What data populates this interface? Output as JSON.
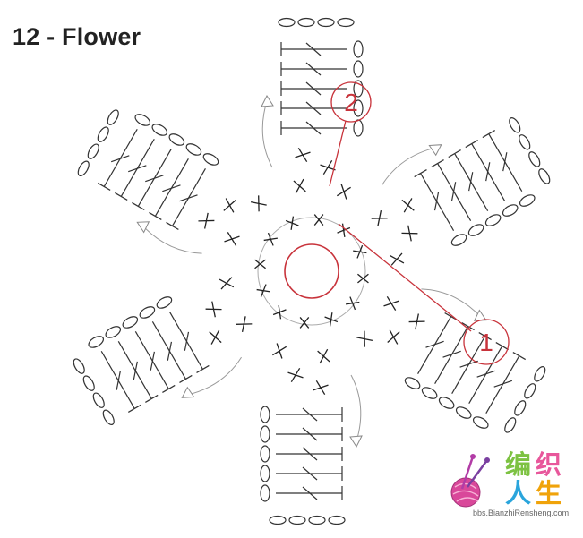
{
  "title": "12 - Flower",
  "labels": {
    "round_1": "1",
    "round_2": "2"
  },
  "logo": {
    "chars": [
      "编",
      "织",
      "人",
      "生"
    ],
    "char_colors": [
      "#7dc242",
      "#e8579b",
      "#2aa5dc",
      "#f0a30a"
    ],
    "url": "bbs.BianzhiRensheng.com"
  },
  "petal_count": 6,
  "colors": {
    "accent": "#c8333b",
    "line": "#333333",
    "arrow": "#999999"
  },
  "icons": [
    "yarn-ball-icon",
    "knitting-needles-icon"
  ]
}
